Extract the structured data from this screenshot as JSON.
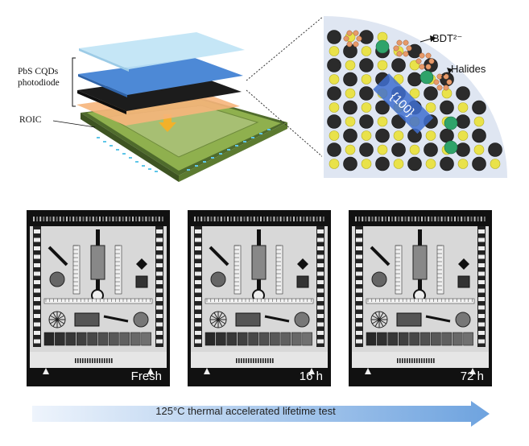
{
  "figure": {
    "device_labels": {
      "photodiode": "PbS CQDs photodiode",
      "roic": "ROIC"
    },
    "crystal_labels": {
      "bdt": "BDT²⁻",
      "halides": "Halides",
      "facet": "{100}"
    },
    "panels": [
      {
        "caption": "Fresh"
      },
      {
        "caption": "16 h"
      },
      {
        "caption": "72 h"
      }
    ],
    "arrow_text": "125°C thermal accelerated lifetime test"
  },
  "colors": {
    "layer_top": "#bfe3f5",
    "layer_blue": "#4d89d6",
    "layer_dark": "#1c1c1c",
    "layer_orange": "#f6b57b",
    "roic_green": "#8fb04e",
    "crystal_bg": "#dfe6f2",
    "atom_dark": "#2b2b2b",
    "atom_yellow": "#e9e24a",
    "atom_green": "#2fa36a",
    "arrow_blue": "#6ea3df"
  }
}
